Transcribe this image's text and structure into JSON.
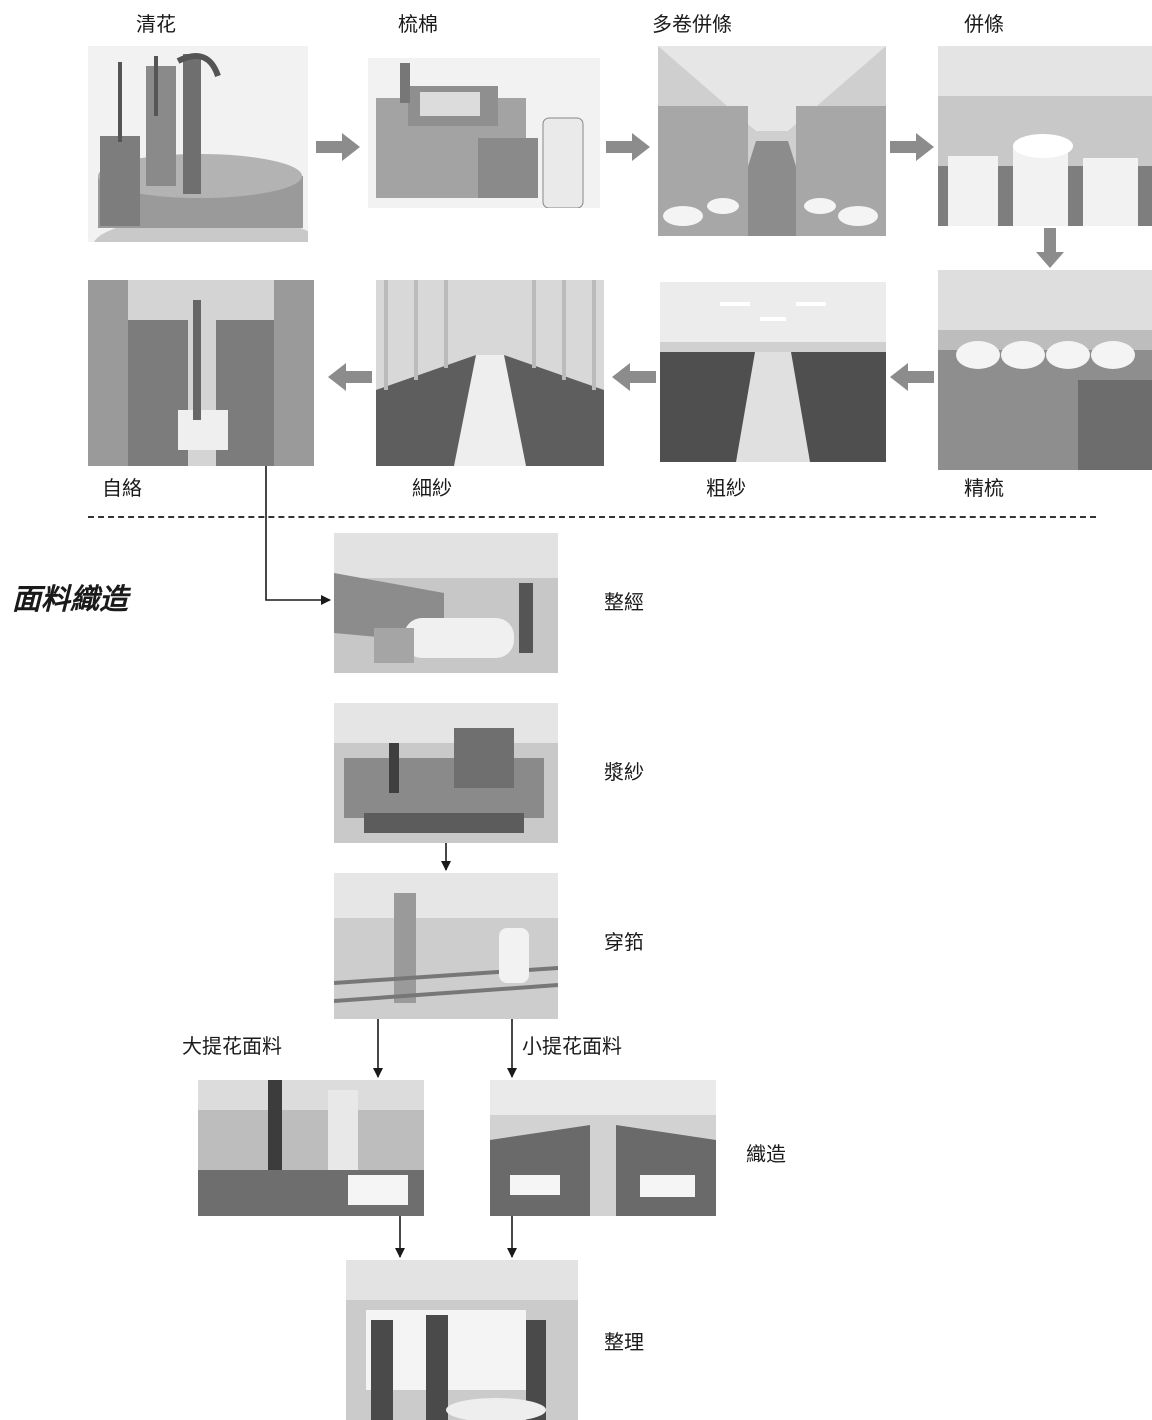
{
  "section": {
    "title": "面料織造"
  },
  "spinning": {
    "cleaning": {
      "label": "清花"
    },
    "carding": {
      "label": "梳棉"
    },
    "lap": {
      "label": "多卷併條"
    },
    "drawing": {
      "label": "併條"
    },
    "combing": {
      "label": "精梳"
    },
    "roving": {
      "label": "粗紗"
    },
    "spinning": {
      "label": "細紗"
    },
    "winding": {
      "label": "自絡"
    }
  },
  "weaving": {
    "warping": {
      "label": "整經"
    },
    "sizing": {
      "label": "漿紗"
    },
    "drawing_in": {
      "label": "穿筘"
    },
    "weaving": {
      "label": "織造"
    },
    "finishing": {
      "label": "整理"
    },
    "branch_large": {
      "label": "大提花面料"
    },
    "branch_small": {
      "label": "小提花面料"
    }
  },
  "colors": {
    "arrow_grey": "#8c8c8c",
    "arrow_black": "#1a1a1a",
    "divider": "#333333"
  }
}
